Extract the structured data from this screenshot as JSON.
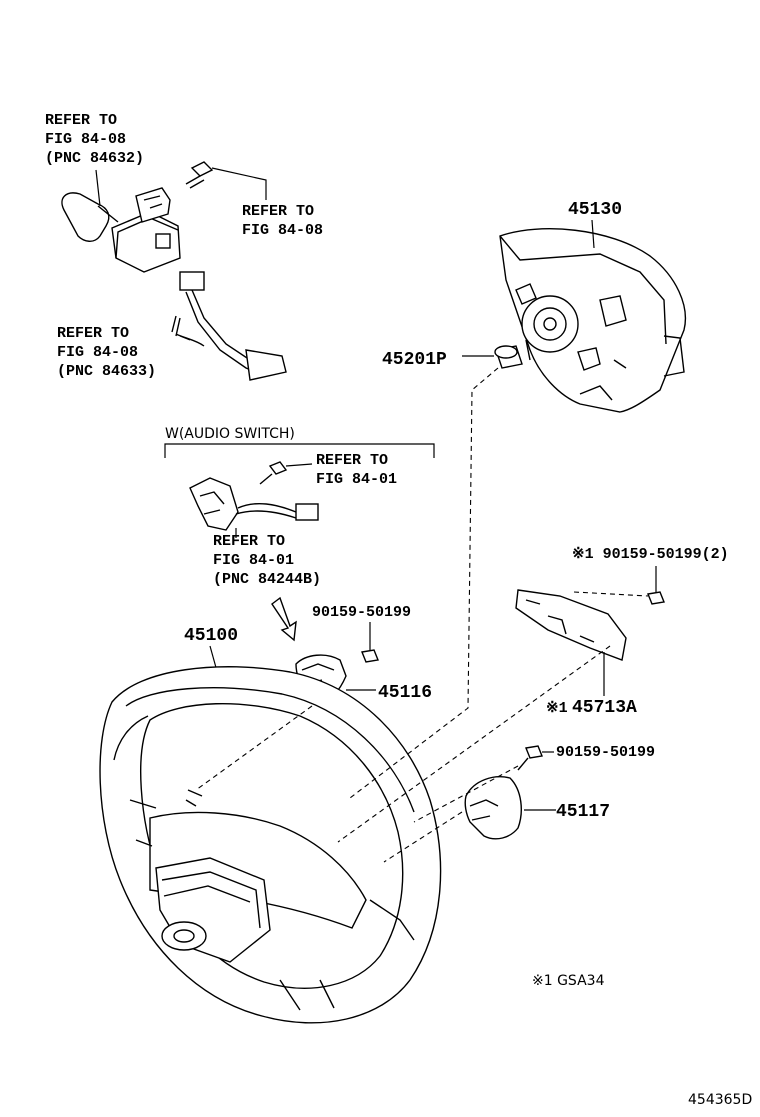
{
  "diagram": {
    "callouts": {
      "combo_switch_ref": [
        "REFER TO",
        "FIG 84-08",
        "(PNC 84632)"
      ],
      "combo_bolt_ref": [
        "REFER TO",
        "FIG 84-08"
      ],
      "combo_harness_ref": [
        "REFER TO",
        "FIG 84-08",
        "(PNC 84633)"
      ],
      "audio_group_label": "W(AUDIO SWITCH)",
      "audio_bolt_ref": [
        "REFER TO",
        "FIG 84-01"
      ],
      "audio_switch_ref": [
        "REFER TO",
        "FIG 84-01",
        "(PNC 84244B)"
      ]
    },
    "parts": {
      "airbag": "45130",
      "airbag_collar": "45201P",
      "wheel": "45100",
      "screw_upper": "90159-50199",
      "cover_upper": "45116",
      "bracket_screw": "※1 90159-50199(2)",
      "bracket": "45713A",
      "bracket_prefix": "※1",
      "screw_lower": "90159-50199",
      "cover_lower": "45117"
    },
    "footnote": "※1 GSA34",
    "diagram_code": "454365D"
  }
}
